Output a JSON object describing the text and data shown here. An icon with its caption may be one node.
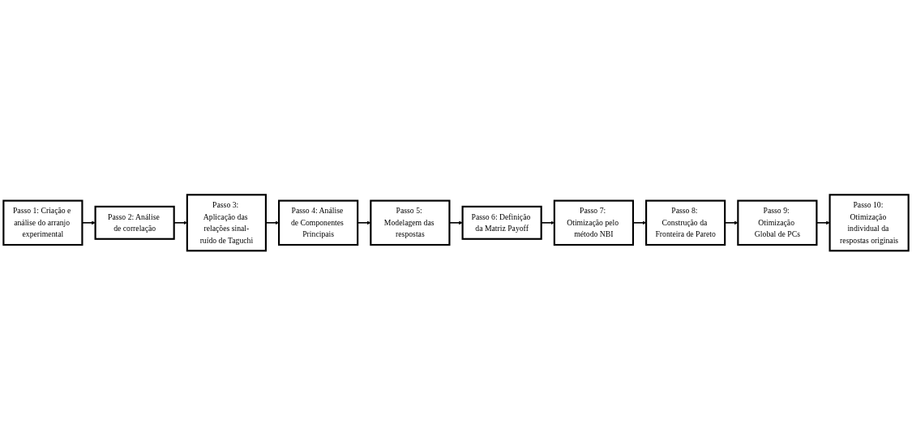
{
  "diagram": {
    "nodes": [
      {
        "text": [
          "Passo 1: Criação e análise do arranjo experimental"
        ]
      },
      {
        "text": [
          "Passo 2: Análise de correlação"
        ]
      },
      {
        "text": [
          "Passo 3: Aplicação das relações sinal-ruído de Taguchi"
        ]
      },
      {
        "text": [
          "Passo 4: Análise de Componentes Principais"
        ]
      },
      {
        "text": [
          "Passo 5: Modelagem das respostas"
        ]
      },
      {
        "text": [
          "Passo 6: Definição da Matriz Payoff"
        ]
      },
      {
        "text": [
          "Passo 7: Otimização pelo método NBI"
        ]
      },
      {
        "text": [
          "Passo 8: Construção da Fronteira de Pareto"
        ]
      },
      {
        "text": [
          "Passo 9: Otimização Global de PCs"
        ]
      },
      {
        "text": [
          "Passo 10: Otimização individual da respostas originais"
        ]
      }
    ],
    "edges": [
      {
        "from": 0,
        "to": 1,
        "arrow": "to"
      },
      {
        "from": 1,
        "to": 2,
        "arrow": "to"
      },
      {
        "from": 2,
        "to": 3,
        "arrow": "to"
      },
      {
        "from": 3,
        "to": 4,
        "arrow": "to"
      },
      {
        "from": 4,
        "to": 5,
        "arrow": "to"
      },
      {
        "from": 5,
        "to": 6,
        "arrow": "to"
      },
      {
        "from": 6,
        "to": 7,
        "arrow": "to"
      },
      {
        "from": 7,
        "to": 8,
        "arrow": "to"
      },
      {
        "from": 8,
        "to": 9,
        "arrow": "to"
      }
    ]
  }
}
